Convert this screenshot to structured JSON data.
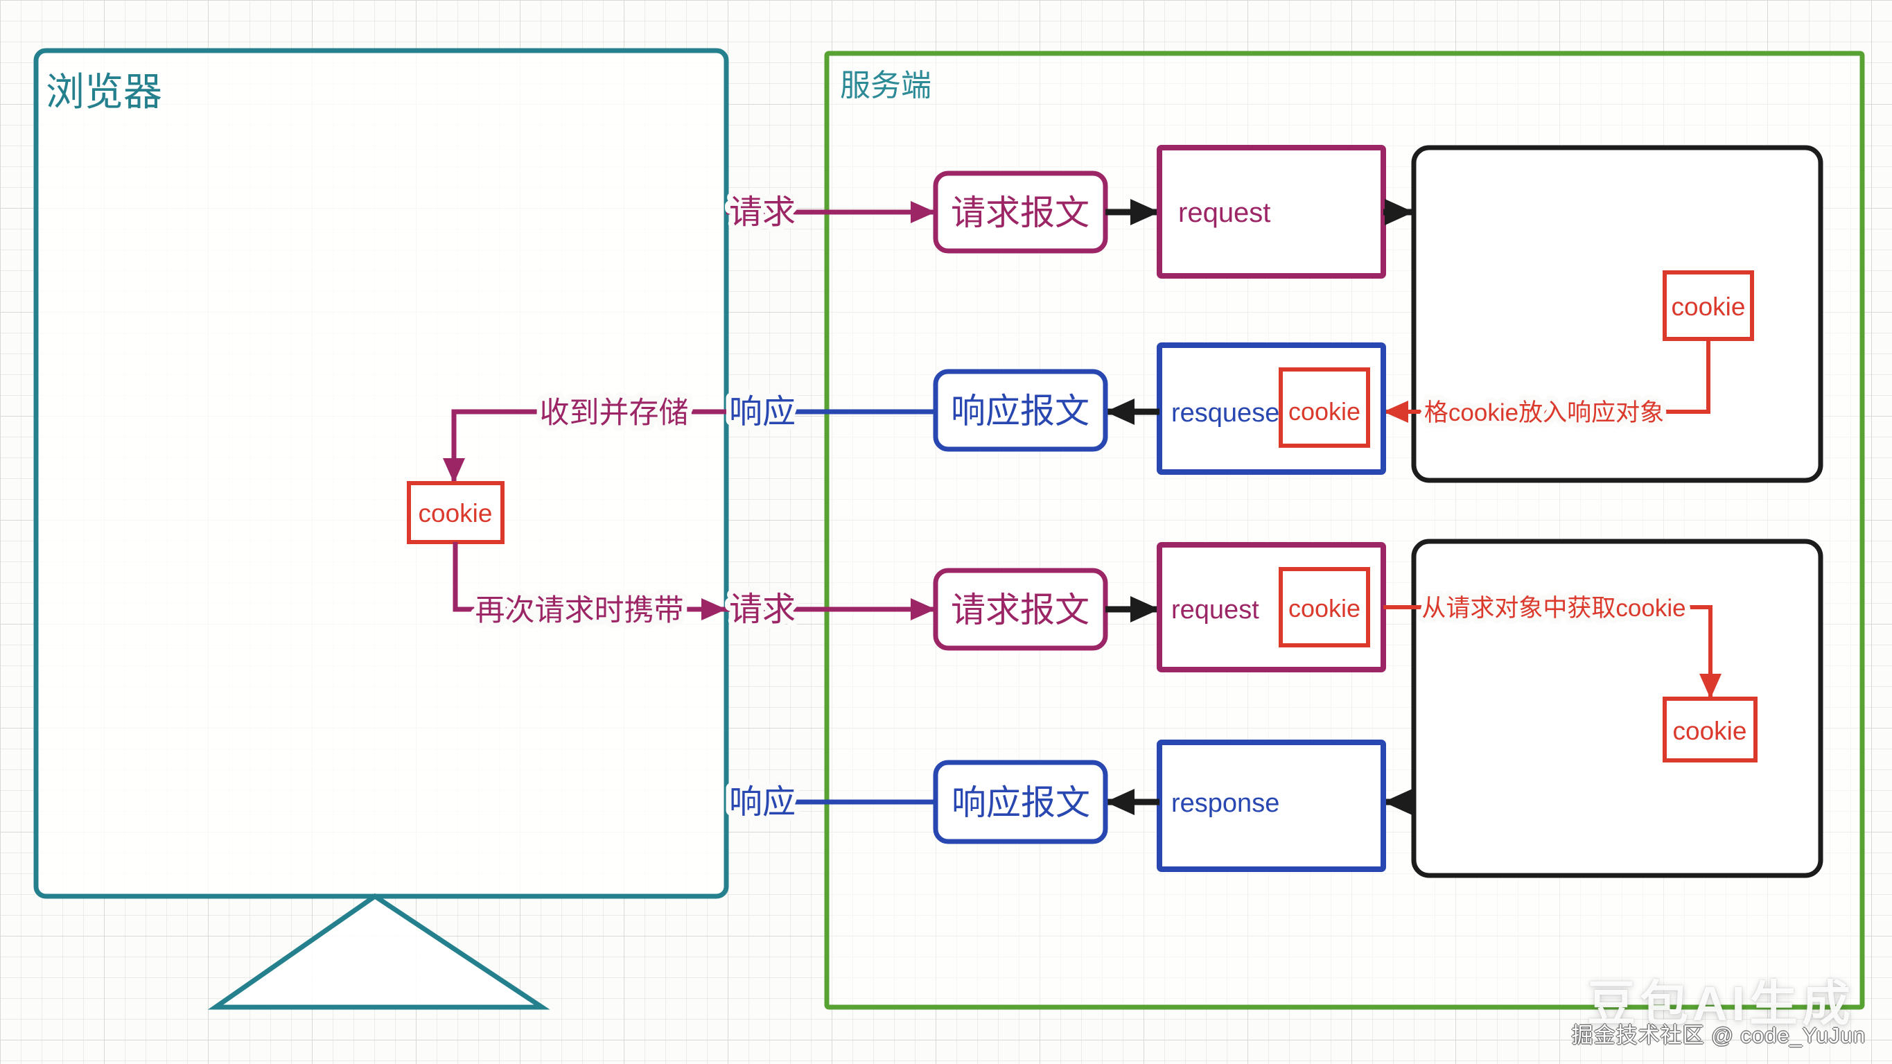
{
  "diagram": {
    "browser": {
      "title": "浏览器",
      "store_note": "收到并存储",
      "cookie_box": "cookie",
      "resend_note": "再次请求时携带"
    },
    "server": {
      "title": "服务端"
    },
    "flows": {
      "request1": {
        "edge_label": "请求",
        "message_box": "请求报文",
        "object_box": "request"
      },
      "response1": {
        "edge_label": "响应",
        "message_box": "响应报文",
        "object_box": "resquese",
        "object_cookie": "cookie",
        "handler_note": "格cookie放入响应对象",
        "handler_cookie": "cookie"
      },
      "request2": {
        "edge_label": "请求",
        "message_box": "请求报文",
        "object_box": "request",
        "object_cookie": "cookie",
        "handler_note": "从请求对象中获取cookie",
        "handler_cookie": "cookie"
      },
      "response2": {
        "edge_label": "响应",
        "message_box": "响应报文",
        "object_box": "response"
      }
    },
    "colors": {
      "browser_border": "#25808E",
      "server_border": "#57A232",
      "request_color": "#9C2566",
      "response_color": "#2847B0",
      "cookie_color": "#DA392C",
      "connector_color": "#1C1C1C"
    }
  },
  "watermark": {
    "title": "豆包AI生成",
    "credit": "掘金技术社区 @ code_YuJun"
  }
}
